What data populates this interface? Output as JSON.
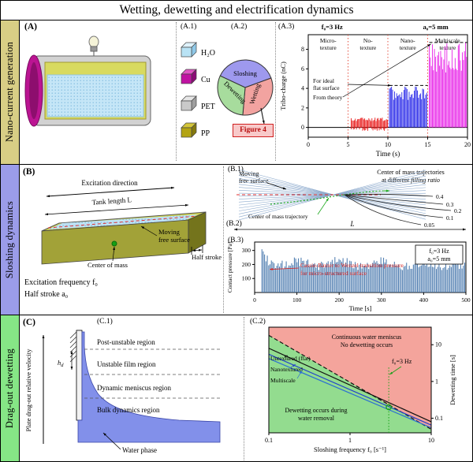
{
  "title": "Wetting, dewetting and electrification dynamics",
  "rows": {
    "a": {
      "label": "Nano-current generation",
      "bg": "#d8ce85"
    },
    "b": {
      "label": "Sloshing dynamics",
      "bg": "#9b9ce9"
    },
    "c": {
      "label": "Drag-out dewetting",
      "bg": "#86e686"
    }
  },
  "panelA": {
    "tag": "(A)",
    "sub1": "(A.1)",
    "sub2": "(A.2)",
    "sub3": "(A.3)",
    "legend": [
      {
        "label": "H₂O",
        "color": "#b9e3f5",
        "top": "#dff2fb",
        "side": "#8fc8e8"
      },
      {
        "label": "Cu",
        "color": "#c013a2",
        "top": "#e055c4",
        "side": "#8c0b77"
      },
      {
        "label": "PET",
        "color": "#c9c9c9",
        "top": "#e6e6e6",
        "side": "#9e9e9e"
      },
      {
        "label": "PP",
        "color": "#b3a414",
        "top": "#d4c63a",
        "side": "#857a0e"
      }
    ],
    "figure_link": "Figure 4"
  },
  "panelB": {
    "tag": "(B)",
    "sub1": "(B.1)",
    "sub2": "(B.2)",
    "sub3": "(B.3)",
    "excitation_direction": "Excitation direction",
    "tank_length": "Tank length L",
    "moving_surface_1": "Moving",
    "moving_surface_2": "free surface",
    "center_of_mass": "Center of mass",
    "half_stroke": "Half stroke",
    "freq_line": "Excitation frequency f₀",
    "stroke_line": "Half stroke a₀",
    "fan": {
      "caption1": "Center of mass trajectories",
      "caption2a": "at different ",
      "caption2b": "filling ratio",
      "com_trajectory": "Center of mass trajectory",
      "ratios": [
        "0.4",
        "0.3",
        "0.2",
        "0.1",
        "0.05"
      ],
      "length_label": "L"
    }
  },
  "panelC": {
    "tag": "(C)",
    "sub1": "(C.1)",
    "sub2": "(C.2)",
    "axis_label": "Plate drag-out relative velocity",
    "regions": [
      "Post-unstable region",
      "Unstable film region",
      "Dynamic meniscus region",
      "Bulk dynamics region"
    ],
    "hd_base": "h",
    "hd_sub": "d",
    "water_phase": "Water phase"
  },
  "chart_data": [
    {
      "id": "phase-pie",
      "type": "pie",
      "slices": [
        {
          "label": "Sloshing",
          "color": "#9e99ee",
          "angle_deg": 135
        },
        {
          "label": "Wetting",
          "color": "#f2a3a0",
          "angle_deg": 115
        },
        {
          "label": "Dewetting",
          "color": "#a7dc9d",
          "angle_deg": 110
        }
      ]
    },
    {
      "id": "tribo-charge",
      "type": "line",
      "header_left": "f₀=3 Hz",
      "header_right": "a₀=5 mm",
      "xlabel": "Time (s)",
      "ylabel": "Tribo-charge (nC)",
      "xlim": [
        0,
        20
      ],
      "ylim": [
        -1,
        9.5
      ],
      "xticks": [
        0,
        5,
        10,
        15,
        20
      ],
      "yticks": [
        0,
        2,
        4,
        6,
        8
      ],
      "region_boundaries": [
        5,
        10,
        15
      ],
      "regions": [
        "Micro-\ntexture",
        "No-\ntexture",
        "Nano-\ntexture",
        "Multiscale\ntexture"
      ],
      "annotation1": "For ideal\nflat surface",
      "annotation2": "From theory",
      "series": [
        {
          "name": "micro-texture",
          "color": "#e81717",
          "t_start": 5.4,
          "t_end": 10,
          "amplitude": 0.9
        },
        {
          "name": "nano-texture",
          "color": "#2525e8",
          "t_start": 10.2,
          "t_end": 15,
          "amplitude": 3.8
        },
        {
          "name": "multiscale-texture",
          "color": "#e822e8",
          "t_start": 15.2,
          "t_end": 20,
          "amplitude": 7.8
        }
      ],
      "theory_levels": [
        {
          "x0": 10.2,
          "x1": 15,
          "y": 4.3
        },
        {
          "x0": 15.2,
          "x1": 20,
          "y": 8.7
        }
      ]
    },
    {
      "id": "contact-pressure",
      "type": "bar",
      "xlabel": "Time [s]",
      "ylabel": "Contact pressure [Pa]",
      "xlim": [
        0,
        500
      ],
      "ylim": [
        0,
        360
      ],
      "xticks": [
        0,
        100,
        200,
        300,
        400,
        500
      ],
      "yticks": [
        100,
        200,
        300
      ],
      "annotation": "Cassie-Baxter to Wenzel transition pressure\nfor micro-structured surface",
      "transition_level": 165,
      "box_line1": "f₀=3 Hz",
      "box_line2": "a₀=5 mm",
      "envelope_t": [
        15,
        25,
        50,
        100,
        150,
        200,
        250,
        300,
        350,
        400,
        450,
        500
      ],
      "envelope_p": [
        315,
        260,
        195,
        235,
        200,
        245,
        195,
        230,
        190,
        220,
        195,
        210
      ],
      "spike_step": 3.2
    },
    {
      "id": "dewetting-time",
      "type": "line",
      "xscale": "log",
      "yscale": "log",
      "xlabel": "Sloshing frequency f₀ [s⁻¹]",
      "ylabel": "Dewetting time [s]",
      "xlim": [
        0.1,
        10
      ],
      "ylim": [
        0.04,
        30
      ],
      "xticks": [
        0.1,
        1,
        10
      ],
      "yticks": [
        10,
        1,
        0.1
      ],
      "red_region_label": "Continuous water meniscus\nNo dewetting occurs",
      "green_region_label": "Dewetting occurs during\nwater removal",
      "red_region_color": "#f4a49c",
      "green_region_color": "#93dc8f",
      "f0_label": "f₀=3 Hz",
      "f0_value": 3,
      "lines": [
        {
          "name": "boundary",
          "style": "dashed",
          "color": "#111111",
          "points": [
            [
              0.1,
              18
            ],
            [
              10,
              0.05
            ]
          ]
        },
        {
          "name": "Untextured (flat)",
          "style": "solid",
          "color": "#111111",
          "points": [
            [
              0.1,
              8
            ],
            [
              10,
              0.08
            ]
          ]
        },
        {
          "name": "Nanotextured",
          "style": "solid",
          "color": "#2343c8",
          "points": [
            [
              0.1,
              5.5
            ],
            [
              10,
              0.065
            ]
          ]
        },
        {
          "name": "Multiscale",
          "style": "solid",
          "color": "#2c6fd2",
          "points": [
            [
              0.1,
              4.2
            ],
            [
              10,
              0.055
            ]
          ]
        }
      ],
      "marker": {
        "x": 3,
        "y": 0.2,
        "color": "#18a018"
      }
    }
  ]
}
